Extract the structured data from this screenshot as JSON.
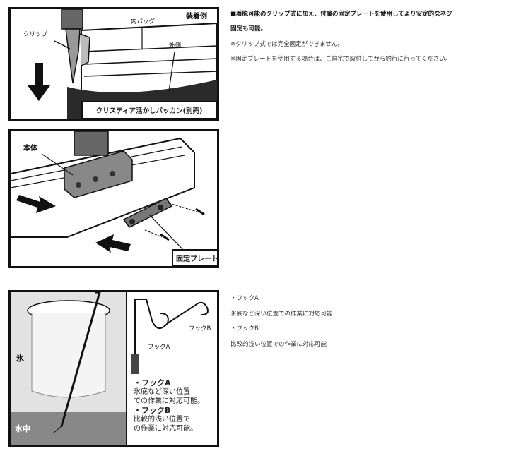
{
  "panel1": {
    "title": "装着例",
    "label_inner_bag": "内バッグ",
    "label_clip": "クリップ",
    "label_outer": "外側",
    "caption": "クリスティア活かしバッカン(別売)"
  },
  "panel2": {
    "label_body": "本体",
    "label_plate": "固定プレート"
  },
  "panel3": {
    "label_ice": "氷",
    "label_water": "水中",
    "label_hook_b_small": "フックB",
    "label_hook_a_small": "フックA",
    "hook_a_title": "・フックA",
    "hook_a_line1": "氷底など深い位置",
    "hook_a_line2": "での作業に対応可能。",
    "hook_b_title": "・フックB",
    "hook_b_line1": "比較的浅い位置で",
    "hook_b_line2": "の作業に対応可能。"
  },
  "right_top": {
    "line1": "■着脱可能のクリップ式に加え、付属の固定プレートを使用してより安定的なネジ",
    "line2": "固定も可能。",
    "line3": "※クリップ式では完全固定ができません。",
    "line4": "※固定プレートを使用する場合は、ご自宅で取付してから釣行に行ってください。"
  },
  "right_bottom": {
    "hook_a": "・フックA",
    "hook_a_desc": "氷底など深い位置での作業に対応可能",
    "hook_b": "・フックB",
    "hook_b_desc": "比較的浅い位置での作業に対応可能"
  }
}
